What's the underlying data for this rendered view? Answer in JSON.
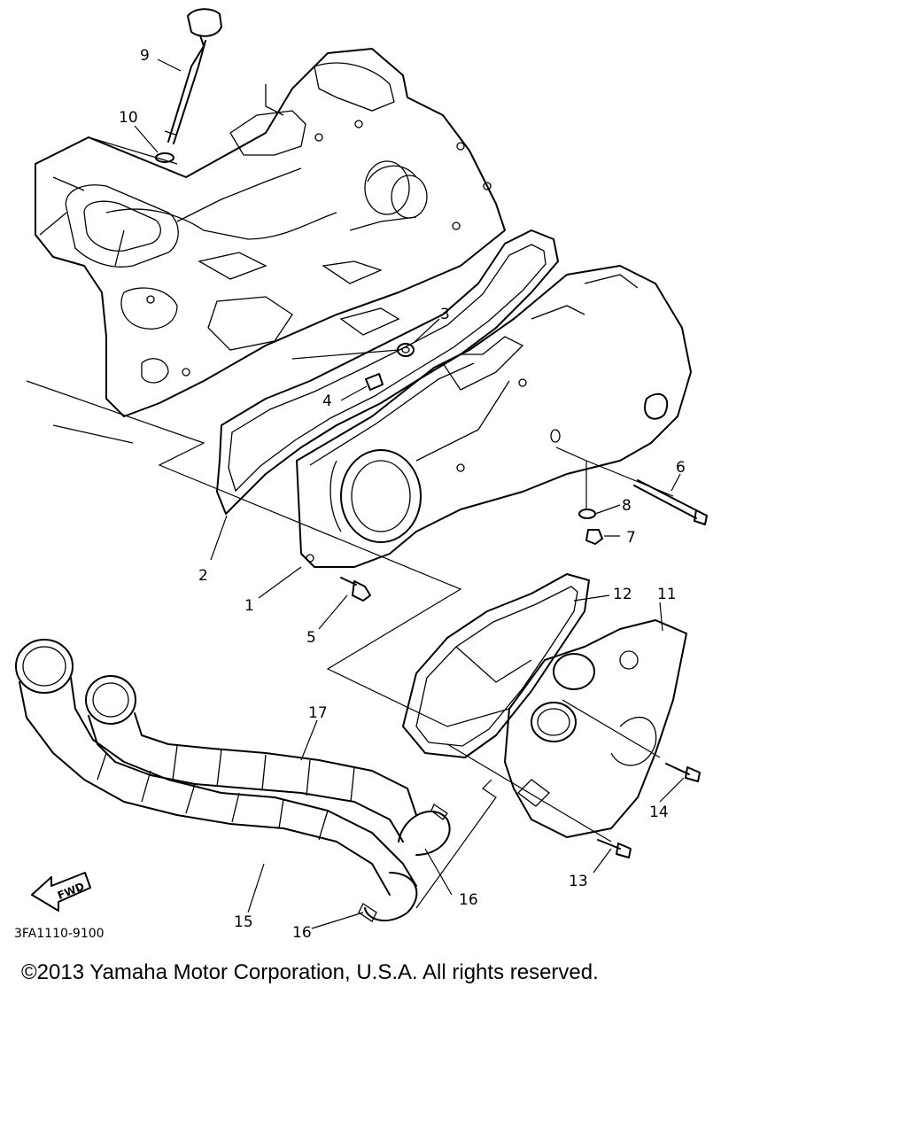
{
  "parts": {
    "p1": "1",
    "p2": "2",
    "p3": "3",
    "p4": "4",
    "p5": "5",
    "p6": "6",
    "p7": "7",
    "p8": "8",
    "p9": "9",
    "p10": "10",
    "p11": "11",
    "p12": "12",
    "p13": "13",
    "p14": "14",
    "p15": "15",
    "p16a": "16",
    "p16b": "16",
    "p17": "17"
  },
  "fwd_label": "FWD",
  "drawing_code": "3FA1110-9100",
  "copyright": "©2013 Yamaha Motor Corporation, U.S.A. All rights reserved."
}
